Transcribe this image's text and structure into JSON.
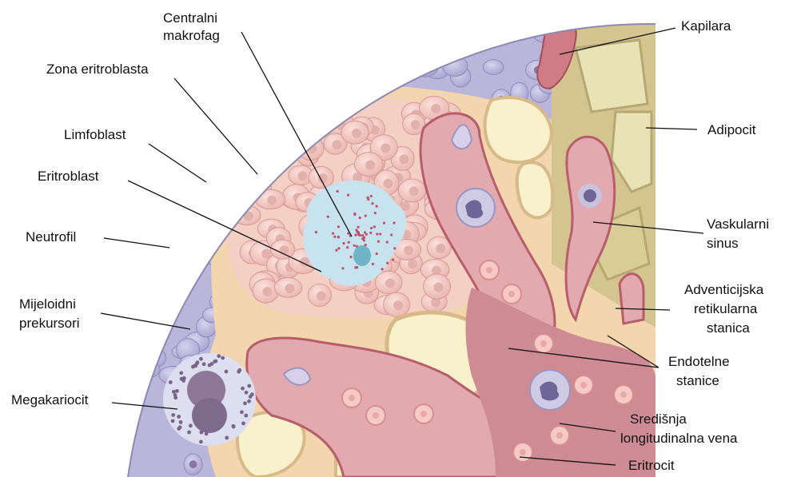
{
  "labels": {
    "centralni_makrofag": [
      "Centralni",
      "makrofag"
    ],
    "zona_eritroblasta": "Zona eritroblasta",
    "limfoblast": "Limfoblast",
    "eritroblast": "Eritroblast",
    "neutrofil": "Neutrofil",
    "mijeloidni_prekursori": [
      "Mijeloidni",
      "prekursori"
    ],
    "megakariocit": "Megakariocit",
    "kapilara": "Kapilara",
    "adipocit": "Adipocit",
    "vaskularni_sinus": [
      "Vaskularni",
      "sinus"
    ],
    "adventicijska": [
      "Adventicijska",
      "retikularna",
      "stanica"
    ],
    "endotelne": [
      "Endotelne",
      "stanice"
    ],
    "sredisnja": [
      "Središnja",
      "longitudinalna vena"
    ],
    "eritrocit": "Eritrocit"
  },
  "colors": {
    "myeloid_cell": "#b9b6d9",
    "myeloid_nucleus": "#8a789f",
    "stroma": "#f3d6ad",
    "erythroblast": "#f6c9c4",
    "erythroblast_nucleus": "#e0aaa5",
    "macrophage": "#c6e3ee",
    "sinus": "#e2a9ae",
    "vein": "#cf8b93",
    "adipocyte": "#f6efc8",
    "cut_face": "#d4c48f"
  }
}
